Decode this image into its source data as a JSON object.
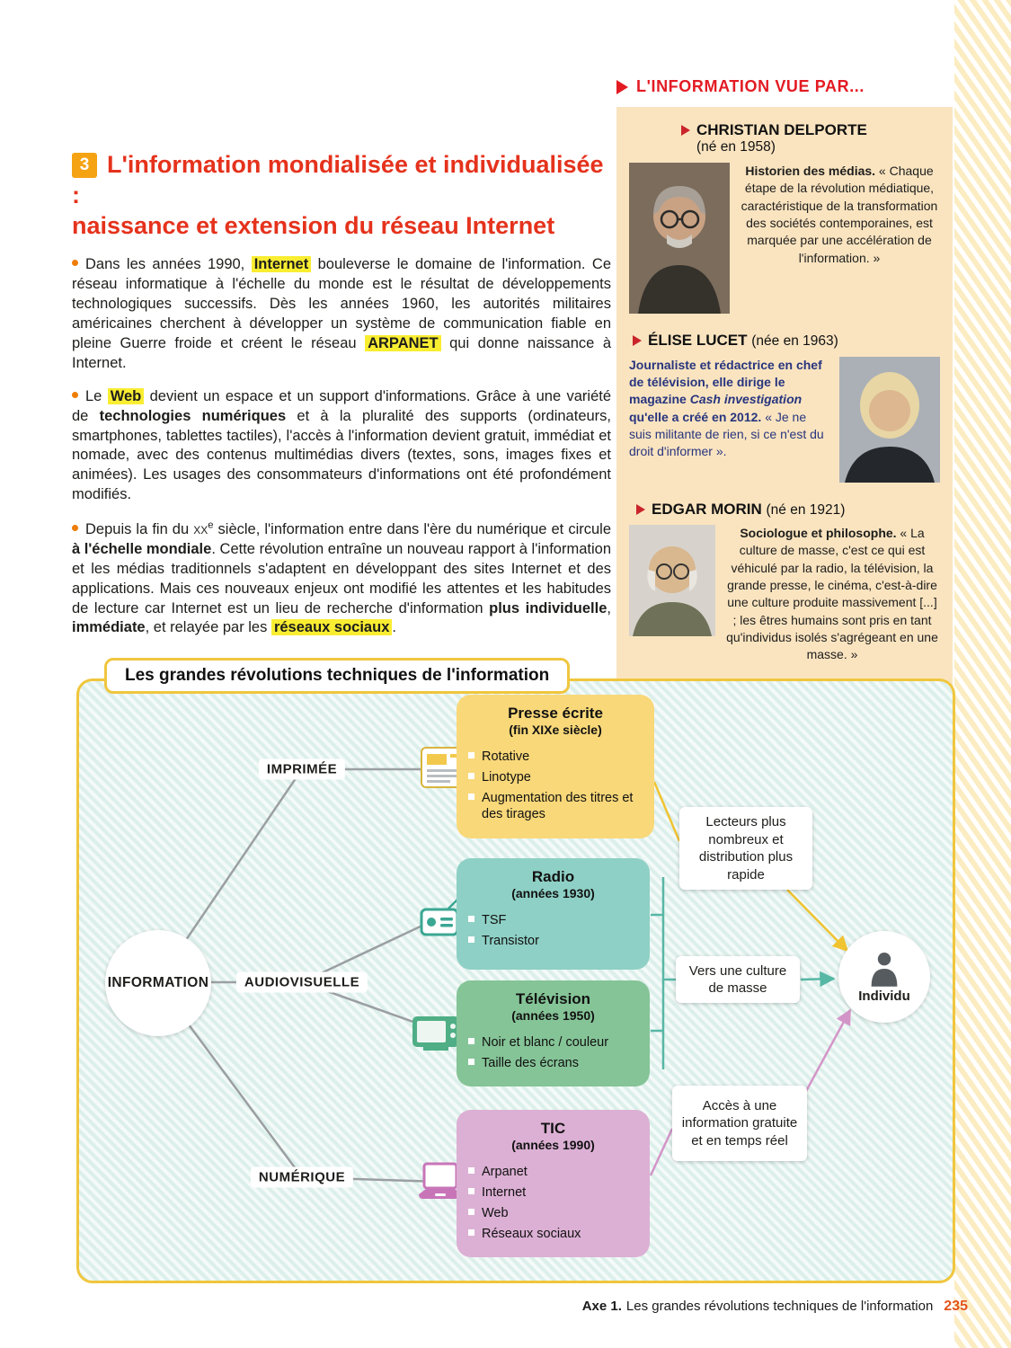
{
  "article": {
    "section_number": "3",
    "title_line1": "L'information mondialisée et individualisée :",
    "title_line2": "naissance et extension du réseau Internet",
    "paragraphs": [
      {
        "segments": [
          {
            "text": "Dans les années 1990, ",
            "style": "plain"
          },
          {
            "text": "Internet",
            "style": "highlight"
          },
          {
            "text": " bouleverse le domaine de l'information. Ce réseau informatique à l'échelle du monde est le résultat de développements technologiques successifs. Dès les années 1960, les autorités militaires américaines cherchent à développer un système de communication fiable en pleine Guerre froide et créent le réseau ",
            "style": "plain"
          },
          {
            "text": "ARPANET",
            "style": "highlight"
          },
          {
            "text": " qui donne naissance à Internet.",
            "style": "plain"
          }
        ]
      },
      {
        "segments": [
          {
            "text": "Le ",
            "style": "plain"
          },
          {
            "text": "Web",
            "style": "highlight"
          },
          {
            "text": " devient un espace et un support d'informations. Grâce à une variété de ",
            "style": "plain"
          },
          {
            "text": "technologies numériques",
            "style": "bold"
          },
          {
            "text": " et à la pluralité des supports (ordinateurs, smartphones, tablettes tactiles), l'accès à l'information devient gratuit, immédiat et nomade, avec des contenus multimédias divers (textes, sons, images fixes et animées). Les usages des consommateurs d'informations ont été profondément modifiés.",
            "style": "plain"
          }
        ]
      },
      {
        "segments": [
          {
            "text": "Depuis la fin du ",
            "style": "plain"
          },
          {
            "text": "xx",
            "style": "smallcaps"
          },
          {
            "text": "e",
            "style": "sup"
          },
          {
            "text": " siècle, l'information entre dans l'ère du numérique et circule ",
            "style": "plain"
          },
          {
            "text": "à l'échelle mondiale",
            "style": "bold"
          },
          {
            "text": ". Cette révolution entraîne un nouveau rapport à l'information et les médias traditionnels s'adaptent en développant des sites Internet et des applications. Mais ces nouveaux enjeux ont modifié les attentes et les habitudes de lecture car Internet est un lieu de recherche d'information ",
            "style": "plain"
          },
          {
            "text": "plus individuelle",
            "style": "bold"
          },
          {
            "text": ", ",
            "style": "plain"
          },
          {
            "text": "immédiate",
            "style": "bold"
          },
          {
            "text": ", et relayée par les ",
            "style": "plain"
          },
          {
            "text": "réseaux sociaux",
            "style": "highlight"
          },
          {
            "text": ".",
            "style": "plain"
          }
        ]
      }
    ]
  },
  "sidebar": {
    "title": "L'INFORMATION VUE PAR...",
    "profiles": [
      {
        "name": "CHRISTIAN DELPORTE",
        "birth": "(né en 1958)",
        "quote": [
          {
            "text": "Historien des médias.",
            "style": "bold"
          },
          {
            "text": " « Chaque étape de la révolution médiatique, caractéristique de la transformation des sociétés contemporaines, est marquée par une accélération de l'information. »",
            "style": "plain"
          }
        ]
      },
      {
        "name": "ÉLISE LUCET",
        "birth": "(née en 1963)",
        "quote": [
          {
            "text": "Journaliste et rédactrice en chef de télévision, elle dirige le magazine ",
            "style": "bold"
          },
          {
            "text": "Cash investigation",
            "style": "bolditalic"
          },
          {
            "text": " qu'elle a créé en 2012.",
            "style": "bold"
          },
          {
            "text": " « Je ne suis militante de rien, si ce n'est du droit d'informer ».",
            "style": "plain"
          }
        ]
      },
      {
        "name": "EDGAR MORIN",
        "birth": "(né en 1921)",
        "quote": [
          {
            "text": "Sociologue et philosophe.",
            "style": "bold"
          },
          {
            "text": " « La culture de masse, c'est ce qui est véhiculé par la radio, la télévision, la grande presse, le cinéma, c'est-à-dire une culture produite massivement [...] ; les êtres humains sont pris en tant qu'individus isolés s'agrégeant en une masse. »",
            "style": "plain"
          }
        ]
      }
    ]
  },
  "diagram": {
    "title": "Les grandes révolutions techniques de l'information",
    "root": "INFORMATION",
    "branches": [
      {
        "label": "IMPRIMÉE"
      },
      {
        "label": "AUDIOVISUELLE"
      },
      {
        "label": "NUMÉRIQUE"
      }
    ],
    "boxes": [
      {
        "title": "Presse écrite",
        "period": "(fin XIXe siècle)",
        "items": [
          "Rotative",
          "Linotype",
          "Augmentation des titres et des tirages"
        ]
      },
      {
        "title": "Radio",
        "period": "(années 1930)",
        "items": [
          "TSF",
          "Transistor"
        ]
      },
      {
        "title": "Télévision",
        "period": "(années 1950)",
        "items": [
          "Noir et blanc / couleur",
          "Taille des écrans"
        ]
      },
      {
        "title": "TIC",
        "period": "(années 1990)",
        "items": [
          "Arpanet",
          "Internet",
          "Web",
          "Réseaux sociaux"
        ]
      }
    ],
    "callouts": [
      "Lecteurs plus nombreux et distribution plus rapide",
      "Vers une culture de masse",
      "Accès à une information gratuite et en temps réel"
    ],
    "target": "Individu"
  },
  "footer": {
    "axis": "Axe 1.",
    "text": "Les grandes révolutions techniques de l'information",
    "page": "235"
  }
}
